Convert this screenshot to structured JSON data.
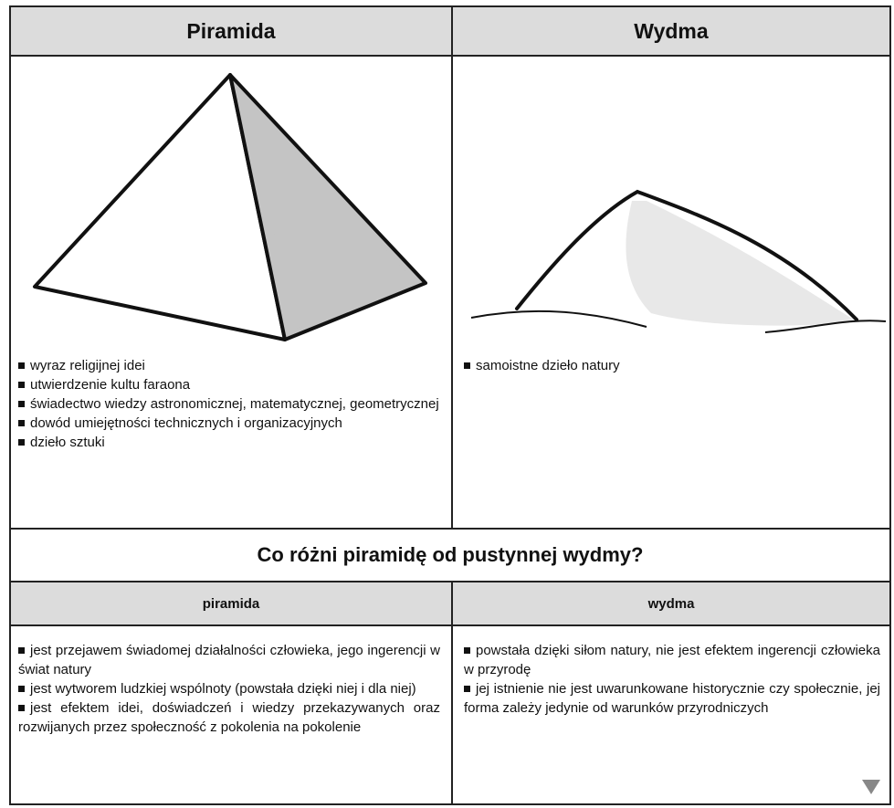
{
  "header": {
    "left": "Piramida",
    "right": "Wydma"
  },
  "pyramid_features": [
    "wyraz religijnej idei",
    "utwierdzenie kultu faraona",
    "świadectwo wiedzy astronomicznej, matematycznej, geometrycznej",
    "dowód umiejętności technicznych i organizacyjnych",
    "dzieło sztuki"
  ],
  "dune_features": [
    "samoistne dzieło natury"
  ],
  "question": "Co różni piramidę od pustynnej wydmy?",
  "subheader": {
    "left": "piramida",
    "right": "wydma"
  },
  "pyramid_differences": [
    "jest przejawem świadomej działalności człowieka, jego ingerencji w świat natury",
    "jest wytworem ludzkiej wspólnoty (powstała dzięki niej i dla niej)",
    "jest efektem idei, doświadczeń i wiedzy przekazywanych oraz rozwijanych przez społeczność z pokolenia na pokolenie"
  ],
  "dune_differences": [
    "powstała dzięki siłom natury, nie jest efektem ingerencji człowieka w przyrodę",
    "jej istnienie nie jest uwarunkowane historycznie czy społecznie, jej forma zależy jedynie od warunków przyrodniczych"
  ],
  "colors": {
    "header_bg": "#dcdcdc",
    "pyramid_shade": "#c4c4c4",
    "dune_shade": "#e8e8e8",
    "border": "#222222"
  }
}
